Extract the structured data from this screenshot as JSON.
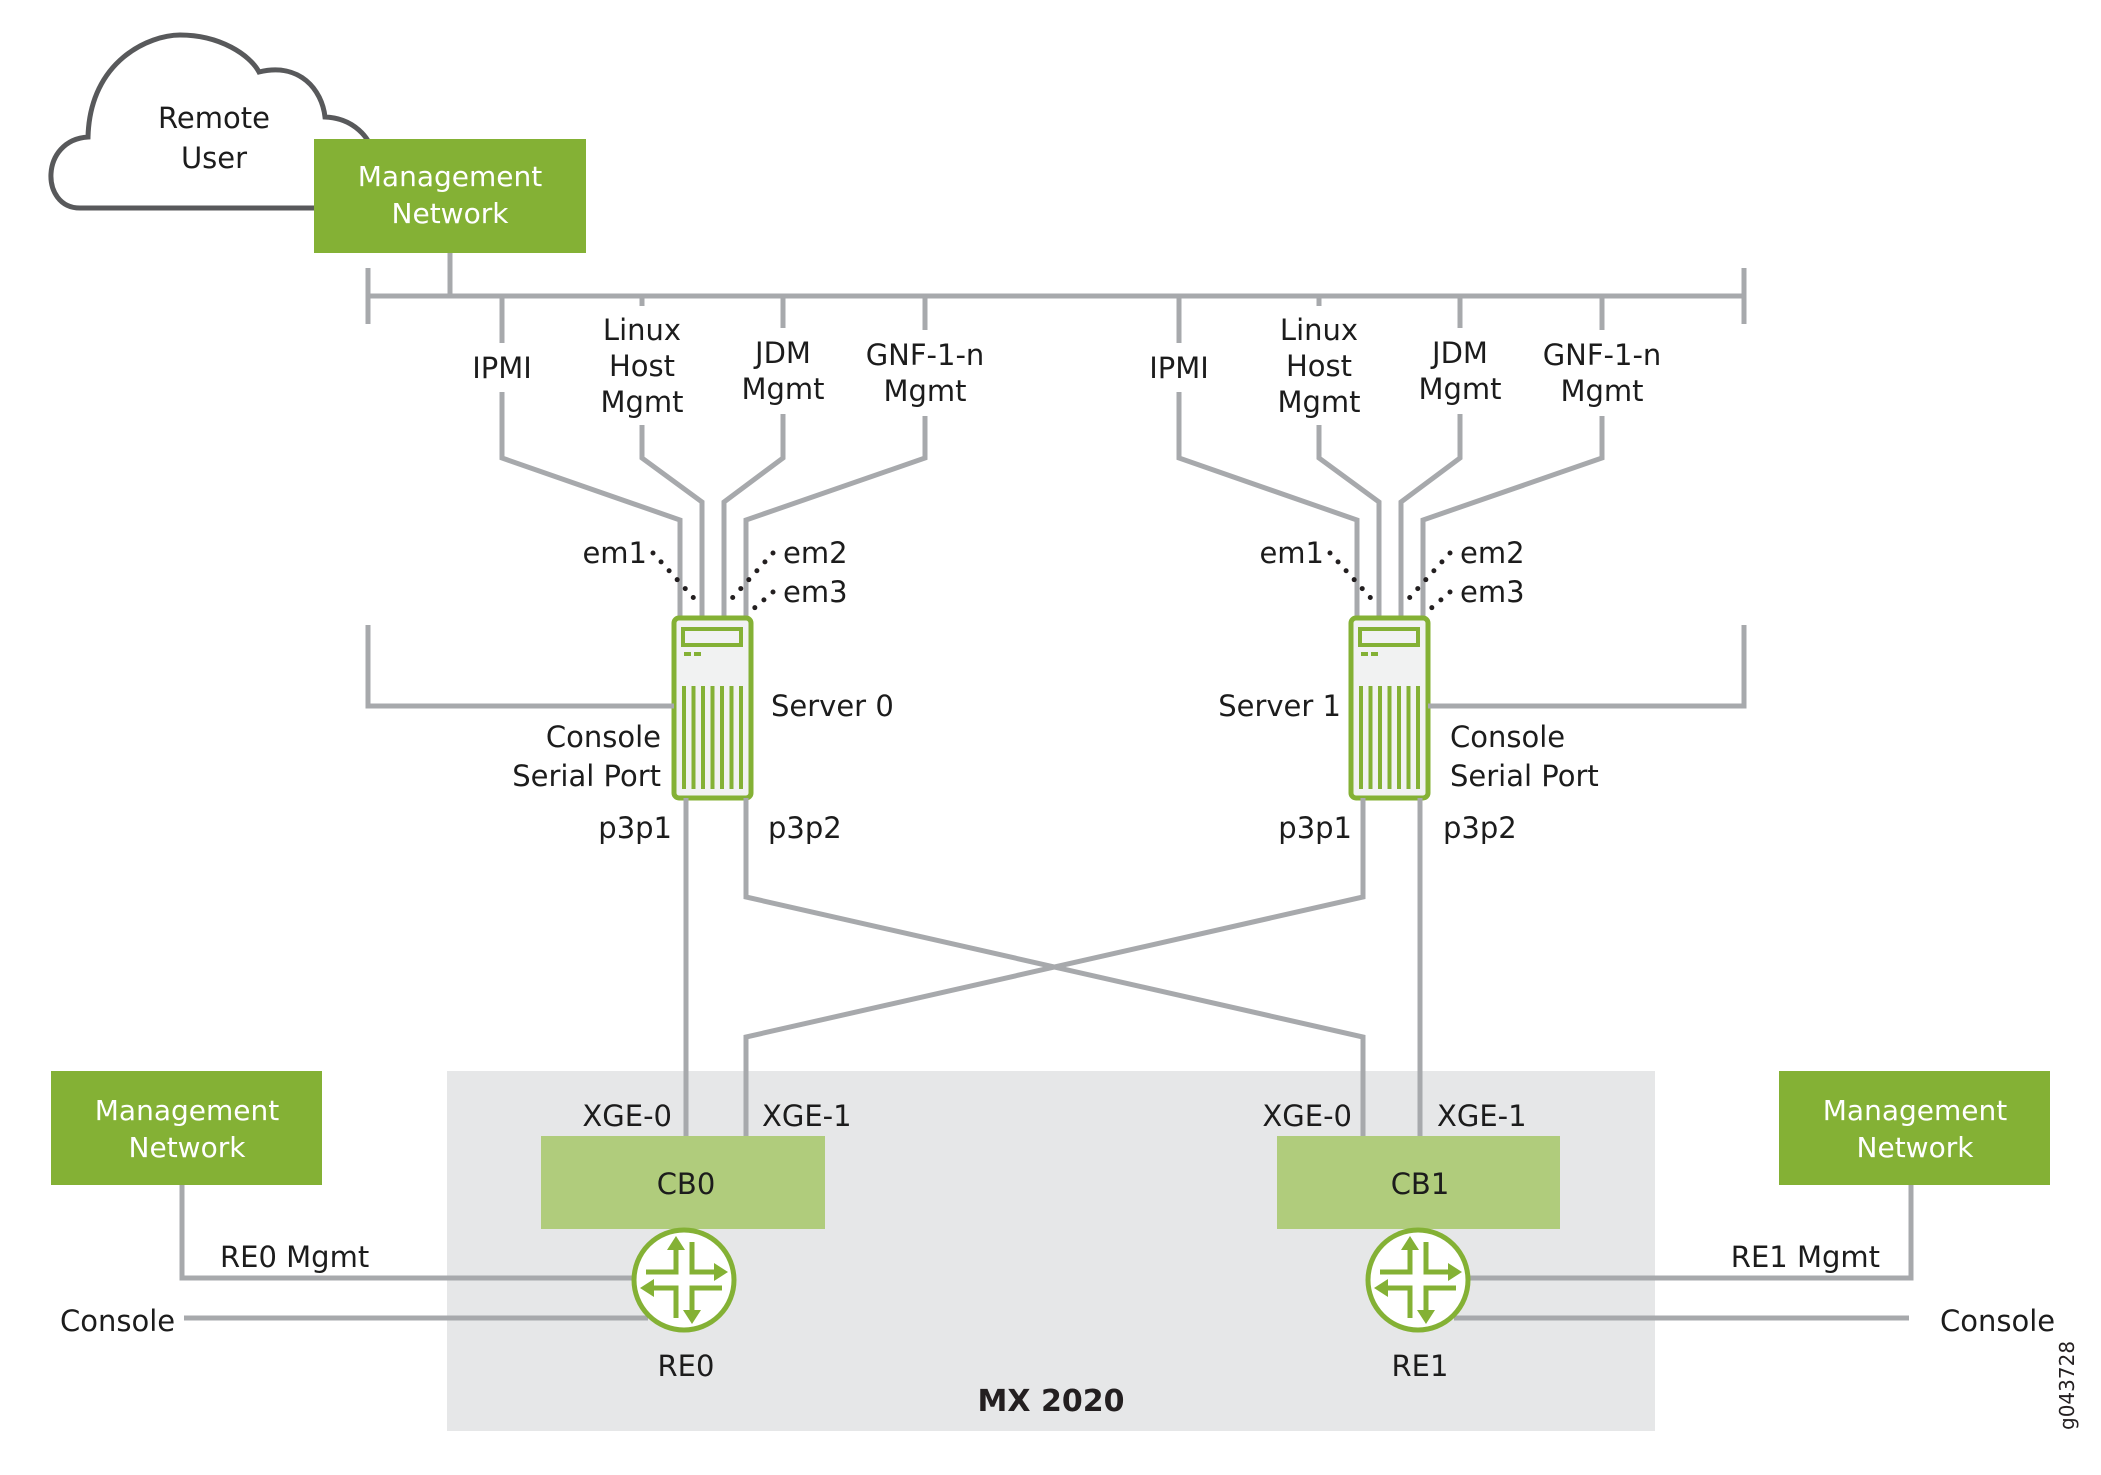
{
  "figure_id": "g043728",
  "colors": {
    "management_network": "#84b135",
    "control_board": "#b0cc7c",
    "chassis": "#e6e7e8",
    "wire": "#a7a9ac",
    "server_outline": "#84b135"
  },
  "cloud": {
    "label_line1": "Remote",
    "label_line2": "User",
    "icon": "cloud-icon"
  },
  "top_mgmt_network": {
    "line1": "Management",
    "line2": "Network"
  },
  "servers": [
    {
      "name": "Server 0",
      "icon": "server-icon",
      "links": {
        "ipmi": [
          "IPMI"
        ],
        "linux_host": [
          "Linux",
          "Host",
          "Mgmt"
        ],
        "jdm": [
          "JDM",
          "Mgmt"
        ],
        "gnf": [
          "GNF-1-n",
          "Mgmt"
        ]
      },
      "interfaces": {
        "em1": "em1",
        "em2": "em2",
        "em3": "em3"
      },
      "console": [
        "Console",
        "Serial Port"
      ],
      "ports": {
        "p3p1": "p3p1",
        "p3p2": "p3p2"
      }
    },
    {
      "name": "Server 1",
      "icon": "server-icon",
      "links": {
        "ipmi": [
          "IPMI"
        ],
        "linux_host": [
          "Linux",
          "Host",
          "Mgmt"
        ],
        "jdm": [
          "JDM",
          "Mgmt"
        ],
        "gnf": [
          "GNF-1-n",
          "Mgmt"
        ]
      },
      "interfaces": {
        "em1": "em1",
        "em2": "em2",
        "em3": "em3"
      },
      "console": [
        "Console",
        "Serial Port"
      ],
      "ports": {
        "p3p1": "p3p1",
        "p3p2": "p3p2"
      }
    }
  ],
  "chassis": {
    "label": "MX 2020",
    "control_boards": [
      {
        "name": "CB0",
        "xge0": "XGE-0",
        "xge1": "XGE-1"
      },
      {
        "name": "CB1",
        "xge0": "XGE-0",
        "xge1": "XGE-1"
      }
    ],
    "routing_engines": [
      {
        "name": "RE0",
        "mgmt_label": "RE0 Mgmt",
        "console_label": "Console",
        "icon": "router-icon"
      },
      {
        "name": "RE1",
        "mgmt_label": "RE1 Mgmt",
        "console_label": "Console",
        "icon": "router-icon"
      }
    ]
  },
  "bottom_mgmt_networks": [
    {
      "line1": "Management",
      "line2": "Network"
    },
    {
      "line1": "Management",
      "line2": "Network"
    }
  ]
}
